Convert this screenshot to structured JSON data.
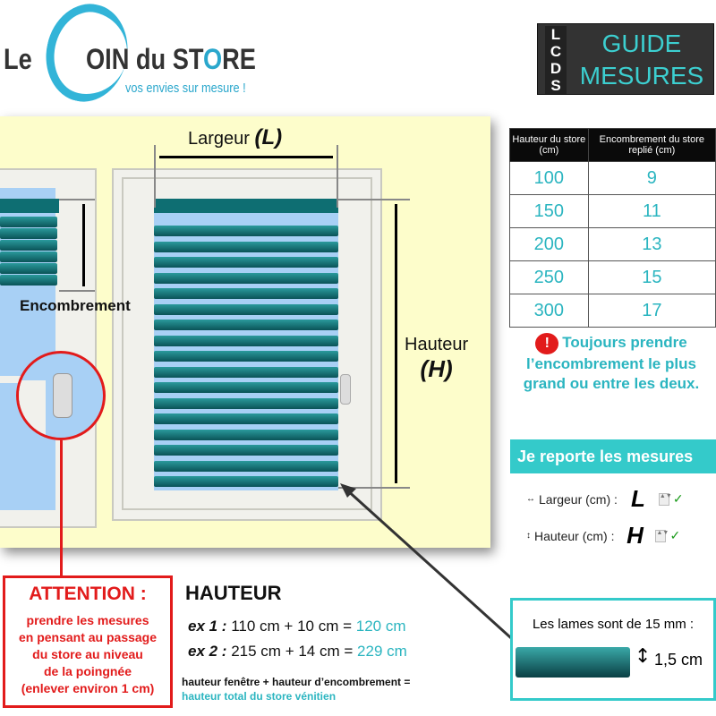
{
  "logo": {
    "le": "Le",
    "rest_before_o": "OIN du ST",
    "o": "O",
    "rest_after_o": "RE",
    "tagline": "vos envies sur mesure !"
  },
  "badge": {
    "letters": [
      "L",
      "C",
      "D",
      "S"
    ],
    "line1": "GUIDE",
    "line2": "MESURES"
  },
  "diagram": {
    "largeur_label": "Largeur",
    "largeur_symbol": "(L)",
    "hauteur_label": "Hauteur",
    "hauteur_symbol": "(H)",
    "encombrement_label": "Encombrement"
  },
  "table": {
    "headers": [
      "Hauteur du store (cm)",
      "Encombrement du store replié (cm)"
    ],
    "rows": [
      [
        "100",
        "9"
      ],
      [
        "150",
        "11"
      ],
      [
        "200",
        "13"
      ],
      [
        "250",
        "15"
      ],
      [
        "300",
        "17"
      ]
    ]
  },
  "note": {
    "icon": "warning-icon",
    "text": "Toujours prendre l’encombrement le plus grand ou entre les deux."
  },
  "report": {
    "title": "Je reporte les mesures",
    "rows": [
      {
        "icon": "↔",
        "label": "Largeur (cm) :",
        "value": "L"
      },
      {
        "icon": "↕",
        "label": "Hauteur (cm) :",
        "value": "H"
      }
    ]
  },
  "attention": {
    "title": "ATTENTION :",
    "lines": [
      "prendre les mesures",
      "en pensant au passage",
      "du store au niveau",
      "de la poingnée",
      "(enlever environ 1 cm)"
    ]
  },
  "hauteur": {
    "title": "HAUTEUR",
    "ex1_label": "ex 1 :",
    "ex1_calc": "110 cm + 10 cm =",
    "ex1_result": "120 cm",
    "ex2_label": "ex 2 :",
    "ex2_calc": "215 cm + 14 cm =",
    "ex2_result": "229 cm",
    "formula_line1": "hauteur fenêtre + hauteur d’encombrement =",
    "formula_line2": "hauteur total du store vénitien"
  },
  "lames": {
    "text": "Les lames sont de 15 mm :",
    "size": "1,5 cm"
  },
  "colors": {
    "teal": "#2bb5c0",
    "red": "#e21b1b",
    "slat": "#0e6e72"
  }
}
